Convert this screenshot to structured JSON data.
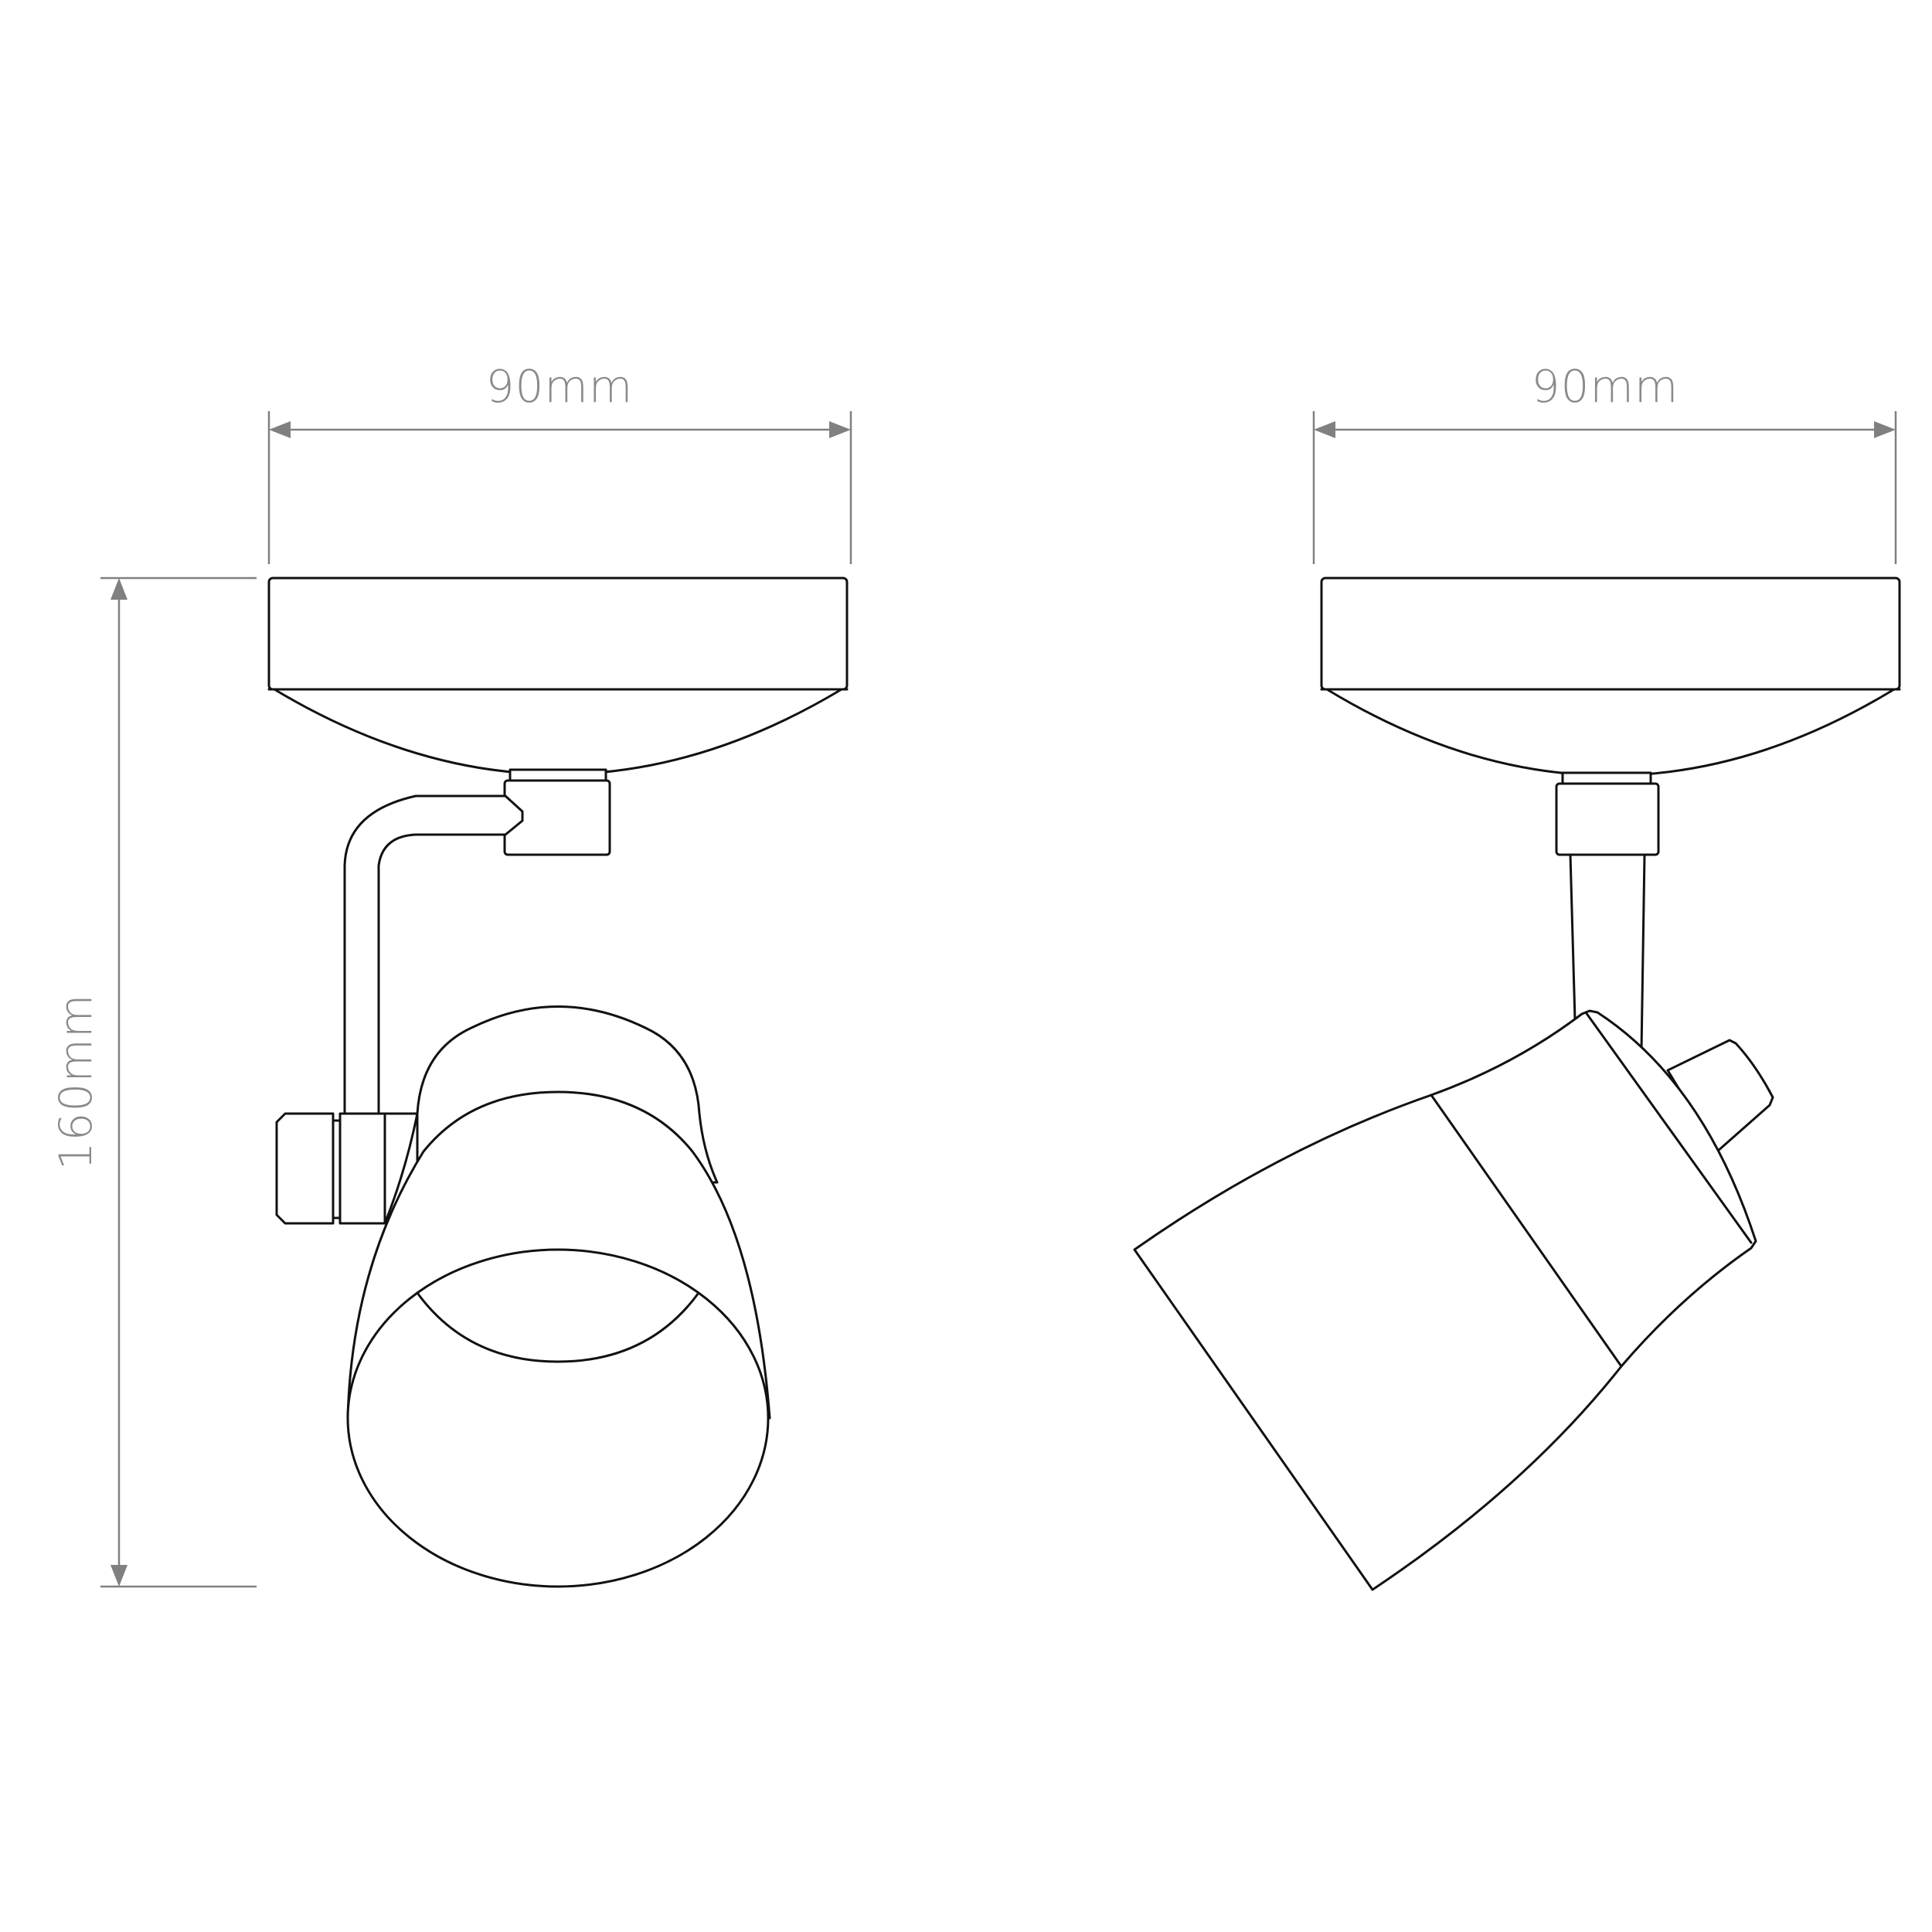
{
  "dimensions": {
    "front_width": "90mm",
    "side_width": "90mm",
    "height": "160mm"
  },
  "colors": {
    "dimension": "#808080",
    "outline": "#111111",
    "background": "#ffffff"
  }
}
